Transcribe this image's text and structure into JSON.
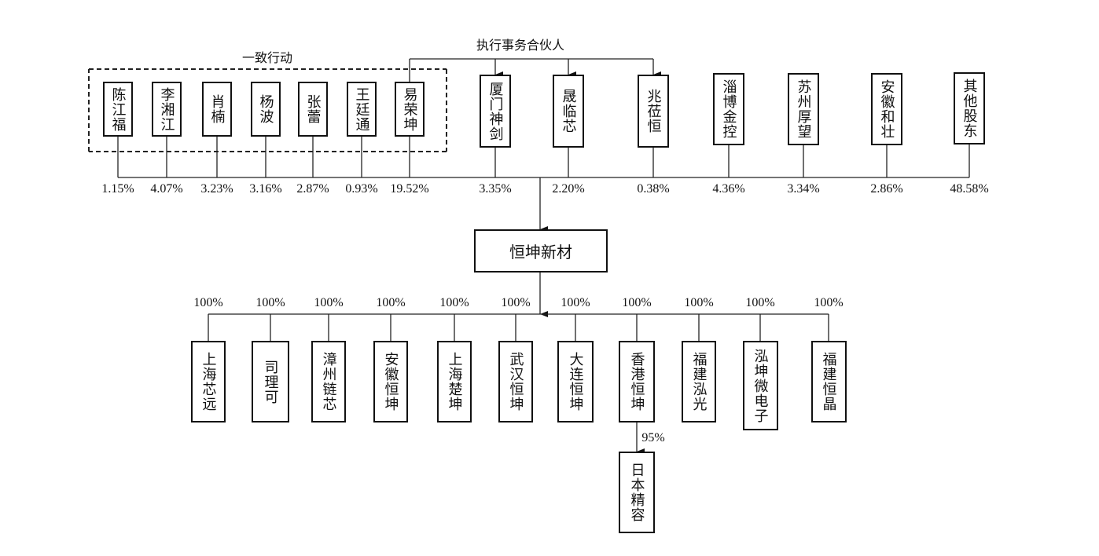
{
  "group_label": "一致行动",
  "gp_label": "执行事务合伙人",
  "company": "恒坤新材",
  "shareholders": [
    {
      "name": "陈江福",
      "pct": "1.15%"
    },
    {
      "name": "李湘江",
      "pct": "4.07%"
    },
    {
      "name": "肖楠",
      "pct": "3.23%"
    },
    {
      "name": "杨波",
      "pct": "3.16%"
    },
    {
      "name": "张蕾",
      "pct": "2.87%"
    },
    {
      "name": "王廷通",
      "pct": "0.93%"
    },
    {
      "name": "易荣坤",
      "pct": "19.52%"
    },
    {
      "name": "厦门神剑",
      "pct": "3.35%"
    },
    {
      "name": "晟临芯",
      "pct": "2.20%"
    },
    {
      "name": "兆莅恒",
      "pct": "0.38%"
    },
    {
      "name": "淄博金控",
      "pct": "4.36%"
    },
    {
      "name": "苏州厚望",
      "pct": "3.34%"
    },
    {
      "name": "安徽和壮",
      "pct": "2.86%"
    },
    {
      "name": "其他股东",
      "pct": "48.58%"
    }
  ],
  "subsidiaries": [
    {
      "name": "上海芯远",
      "pct": "100%"
    },
    {
      "name": "司理可",
      "pct": "100%"
    },
    {
      "name": "漳州链芯",
      "pct": "100%"
    },
    {
      "name": "安徽恒坤",
      "pct": "100%"
    },
    {
      "name": "上海楚坤",
      "pct": "100%"
    },
    {
      "name": "武汉恒坤",
      "pct": "100%"
    },
    {
      "name": "大连恒坤",
      "pct": "100%"
    },
    {
      "name": "香港恒坤",
      "pct": "100%"
    },
    {
      "name": "福建泓光",
      "pct": "100%"
    },
    {
      "name": "泓坤微电子",
      "pct": "100%"
    },
    {
      "name": "福建恒晶",
      "pct": "100%"
    }
  ],
  "sub_sub": {
    "name": "日本精容",
    "pct": "95%"
  }
}
